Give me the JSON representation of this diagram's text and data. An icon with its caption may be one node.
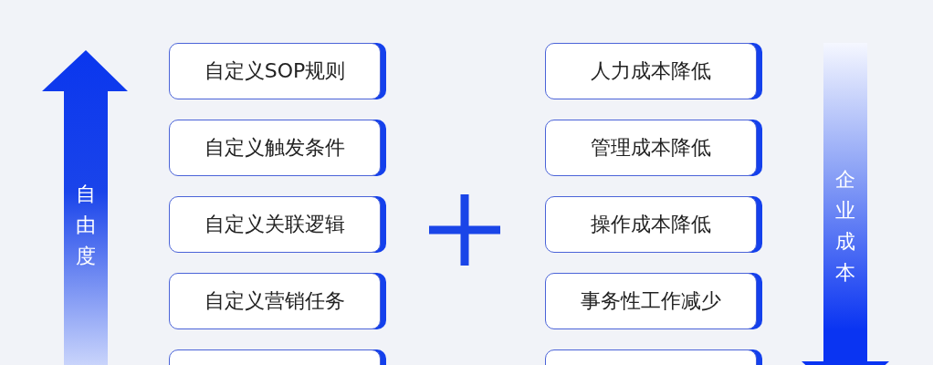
{
  "diagram": {
    "nodes": [
      {
        "text": [
          "自定义SOP规则"
        ]
      },
      {
        "text": [
          "自定义触发条件"
        ]
      },
      {
        "text": [
          "自定义关联逻辑"
        ]
      },
      {
        "text": [
          "自定义营销任务"
        ]
      },
      {
        "text": [],
        "shape": "box"
      },
      {
        "text": [
          "人力成本降低"
        ]
      },
      {
        "text": [
          "管理成本降低"
        ]
      },
      {
        "text": [
          "操作成本降低"
        ]
      },
      {
        "text": [
          "事务性工作减少"
        ]
      },
      {
        "text": [],
        "shape": "box"
      }
    ],
    "edges": [],
    "labels": [
      "自由度",
      "企业成本"
    ]
  }
}
